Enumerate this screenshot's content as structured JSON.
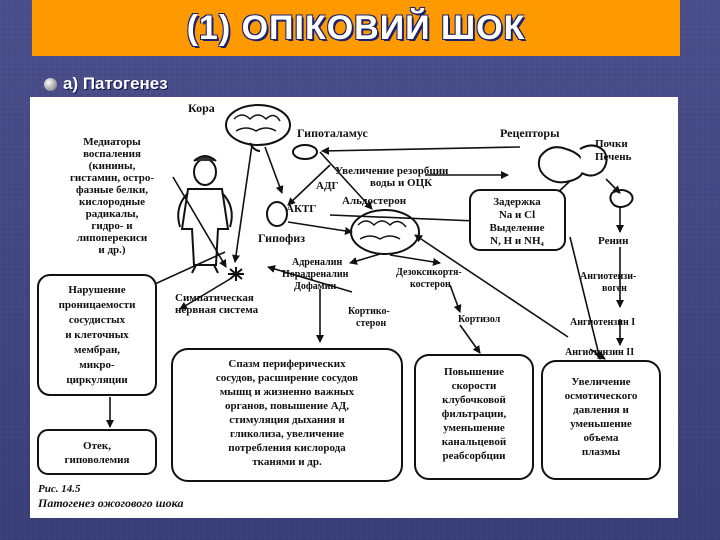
{
  "title": "(1) ОПІКОВИЙ ШОК",
  "subtitle": "а) Патогенез",
  "diagram": {
    "labels": {
      "kora": "Кора",
      "hipotalamus": "Гипоталамус",
      "receptory": "Рецепторы",
      "pochki": "Почки",
      "pechen": "Печень",
      "resorb1": "Увеличение резорбции",
      "resorb2": "воды и ОЦК",
      "adg": "АДГ",
      "aktg": "АКТГ",
      "aldosteron": "Альдостерон",
      "gipofiz": "Гипофиз",
      "renin": "Ренин",
      "angiotenzinogen1": "Ангиотензи-",
      "angiotenzinogen2": "воген",
      "angiotenzin1": "Ангиотензин I",
      "angiotenzin2": "Ангиотензин II",
      "adrenalin1": "Адреналин",
      "adrenalin2": "Норадреналин",
      "adrenalin3": "Дофамин",
      "dezoksi1": "Дезоксикортя-",
      "dezoksi2": "костерон",
      "kortiko1": "Кортико-",
      "kortiko2": "стерон",
      "kortizol": "Кортизол",
      "simp1": "Симпатическая",
      "simp2": "нервная система"
    },
    "mediators": [
      "Медиаторы",
      "воспаления",
      "(кинины,",
      "гистамин, остро-",
      "фазные белки,",
      "кислородные",
      "радикалы,",
      "гидро- и",
      "липоперекиси",
      "и др.)"
    ],
    "retention": [
      "Задержка",
      "Na и Cl",
      "Выделение",
      "N, H и NH₄"
    ],
    "permeability": [
      "Нарушение",
      "проницаемости",
      "сосудистых",
      "и клеточных",
      "мембран,",
      "микро-",
      "циркуляции"
    ],
    "edema": [
      "Отек,",
      "гиповолемия"
    ],
    "spasm": [
      "Спазм периферических",
      "сосудов, расширение сосудов",
      "мышц и жизненно важных",
      "органов, повышение АД,",
      "стимуляция дыхания и",
      "гликолиза, увеличение",
      "потребления кислорода",
      "тканями и др."
    ],
    "filtration": [
      "Повышение",
      "скорости",
      "клубочковой",
      "фильтрации,",
      "уменьшение",
      "канальцевой",
      "реабсорбции"
    ],
    "osmotic": [
      "Увеличение",
      "осмотического",
      "давления и",
      "уменьшение",
      "объема",
      "плазмы"
    ],
    "caption1": "Рис. 14.5",
    "caption2": "Патогенез ожогового шока"
  }
}
